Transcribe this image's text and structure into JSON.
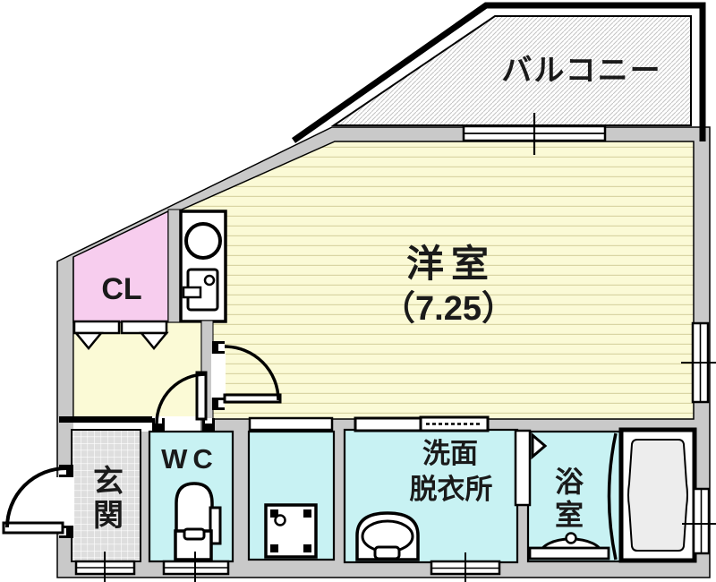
{
  "colors": {
    "wall": "#c9c9c9",
    "room_yellow": "#fbfad6",
    "stripe": "#d9d5a4",
    "closet_pink": "#f7cdee",
    "wet_cyan": "#c8f2f3",
    "tile_gray": "#dedede",
    "hatch_gray": "#c3c3c3",
    "tub_fill": "#ededed",
    "text": "#1a1a1a"
  },
  "rooms": {
    "balcony": {
      "label": "バルコニー"
    },
    "western_room": {
      "label": "洋室",
      "size": "（7.25）"
    },
    "closet": {
      "label": "CL"
    },
    "entrance": {
      "label": "玄関",
      "chars": [
        "玄",
        "関"
      ]
    },
    "toilet": {
      "label": "WC"
    },
    "washroom": {
      "label_line1": "洗面",
      "label_line2": "脱衣所"
    },
    "bathroom": {
      "label": "浴室",
      "chars": [
        "浴",
        "室"
      ]
    }
  }
}
